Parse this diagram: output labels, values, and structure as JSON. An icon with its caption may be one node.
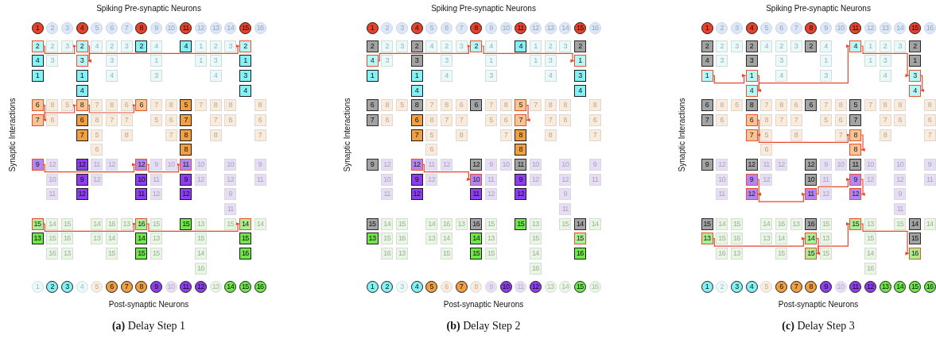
{
  "diagram": {
    "nodes": [
      {
        "text": [
          "1"
        ]
      },
      {
        "text": [
          "2"
        ]
      },
      {
        "text": [
          "3"
        ]
      },
      {
        "text": [
          "4"
        ]
      },
      {
        "text": [
          "5"
        ]
      },
      {
        "text": [
          "6"
        ]
      },
      {
        "text": [
          "7"
        ]
      },
      {
        "text": [
          "8"
        ]
      },
      {
        "text": [
          "9"
        ]
      },
      {
        "text": [
          "10"
        ]
      },
      {
        "text": [
          "11"
        ]
      },
      {
        "text": [
          "12"
        ]
      },
      {
        "text": [
          "13"
        ]
      },
      {
        "text": [
          "14"
        ]
      },
      {
        "text": [
          "15"
        ]
      },
      {
        "text": [
          "16"
        ]
      },
      {
        "text": [
          "2"
        ]
      },
      {
        "text": [
          "2"
        ]
      },
      {
        "text": [
          "3"
        ]
      },
      {
        "text": [
          "2"
        ]
      },
      {
        "text": [
          "4"
        ]
      },
      {
        "text": [
          "2"
        ]
      },
      {
        "text": [
          "3"
        ]
      },
      {
        "text": [
          "2"
        ]
      },
      {
        "text": [
          "4"
        ]
      },
      {
        "text": [
          "4"
        ]
      },
      {
        "text": [
          "1"
        ]
      },
      {
        "text": [
          "2"
        ]
      },
      {
        "text": [
          "3"
        ]
      },
      {
        "text": [
          "2"
        ]
      },
      {
        "text": [
          "4"
        ]
      },
      {
        "text": [
          "3"
        ]
      },
      {
        "text": [
          "3"
        ]
      },
      {
        "text": [
          "3"
        ]
      },
      {
        "text": [
          "1"
        ]
      },
      {
        "text": [
          "1"
        ]
      },
      {
        "text": [
          "3"
        ]
      },
      {
        "text": [
          "1"
        ]
      },
      {
        "text": [
          "1"
        ]
      },
      {
        "text": [
          "1"
        ]
      },
      {
        "text": [
          "4"
        ]
      },
      {
        "text": [
          "3"
        ]
      },
      {
        "text": [
          "4"
        ]
      },
      {
        "text": [
          "3"
        ]
      },
      {
        "text": [
          "4"
        ]
      },
      {
        "text": [
          "4"
        ]
      },
      {
        "text": [
          "6"
        ]
      },
      {
        "text": [
          "8"
        ]
      },
      {
        "text": [
          "5"
        ]
      },
      {
        "text": [
          "8"
        ]
      },
      {
        "text": [
          "7"
        ]
      },
      {
        "text": [
          "8"
        ]
      },
      {
        "text": [
          "6"
        ]
      },
      {
        "text": [
          "6"
        ]
      },
      {
        "text": [
          "7"
        ]
      },
      {
        "text": [
          "8"
        ]
      },
      {
        "text": [
          "5"
        ]
      },
      {
        "text": [
          "7"
        ]
      },
      {
        "text": [
          "8"
        ]
      },
      {
        "text": [
          "8"
        ]
      },
      {
        "text": [
          "8"
        ]
      },
      {
        "text": [
          "7"
        ]
      },
      {
        "text": [
          "6"
        ]
      },
      {
        "text": [
          "6"
        ]
      },
      {
        "text": [
          "8"
        ]
      },
      {
        "text": [
          "7"
        ]
      },
      {
        "text": [
          "7"
        ]
      },
      {
        "text": [
          "5"
        ]
      },
      {
        "text": [
          "6"
        ]
      },
      {
        "text": [
          "7"
        ]
      },
      {
        "text": [
          "7"
        ]
      },
      {
        "text": [
          "6"
        ]
      },
      {
        "text": [
          "6"
        ]
      },
      {
        "text": [
          "7"
        ]
      },
      {
        "text": [
          "5"
        ]
      },
      {
        "text": [
          "8"
        ]
      },
      {
        "text": [
          "7"
        ]
      },
      {
        "text": [
          "8"
        ]
      },
      {
        "text": [
          "8"
        ]
      },
      {
        "text": [
          "7"
        ]
      },
      {
        "text": [
          "6"
        ]
      },
      {
        "text": [
          "8"
        ]
      },
      {
        "text": [
          "9"
        ]
      },
      {
        "text": [
          "12"
        ]
      },
      {
        "text": [
          "12"
        ]
      },
      {
        "text": [
          "11"
        ]
      },
      {
        "text": [
          "12"
        ]
      },
      {
        "text": [
          "12"
        ]
      },
      {
        "text": [
          "9"
        ]
      },
      {
        "text": [
          "10"
        ]
      },
      {
        "text": [
          "11"
        ]
      },
      {
        "text": [
          "10"
        ]
      },
      {
        "text": [
          "10"
        ]
      },
      {
        "text": [
          "9"
        ]
      },
      {
        "text": [
          "10"
        ]
      },
      {
        "text": [
          "9"
        ]
      },
      {
        "text": [
          "12"
        ]
      },
      {
        "text": [
          "10"
        ]
      },
      {
        "text": [
          "11"
        ]
      },
      {
        "text": [
          "9"
        ]
      },
      {
        "text": [
          "12"
        ]
      },
      {
        "text": [
          "12"
        ]
      },
      {
        "text": [
          "11"
        ]
      },
      {
        "text": [
          "11"
        ]
      },
      {
        "text": [
          "12"
        ]
      },
      {
        "text": [
          "11"
        ]
      },
      {
        "text": [
          "12"
        ]
      },
      {
        "text": [
          "12"
        ]
      },
      {
        "text": [
          "9"
        ]
      },
      {
        "text": [
          "11"
        ]
      },
      {
        "text": [
          "15"
        ]
      },
      {
        "text": [
          "14"
        ]
      },
      {
        "text": [
          "15"
        ]
      },
      {
        "text": [
          "14"
        ]
      },
      {
        "text": [
          "16"
        ]
      },
      {
        "text": [
          "13"
        ]
      },
      {
        "text": [
          "16"
        ]
      },
      {
        "text": [
          "15"
        ]
      },
      {
        "text": [
          "15"
        ]
      },
      {
        "text": [
          "13"
        ]
      },
      {
        "text": [
          "15"
        ]
      },
      {
        "text": [
          "14"
        ]
      },
      {
        "text": [
          "14"
        ]
      },
      {
        "text": [
          "13"
        ]
      },
      {
        "text": [
          "15"
        ]
      },
      {
        "text": [
          "16"
        ]
      },
      {
        "text": [
          "13"
        ]
      },
      {
        "text": [
          "14"
        ]
      },
      {
        "text": [
          "14"
        ]
      },
      {
        "text": [
          "13"
        ]
      },
      {
        "text": [
          "15"
        ]
      },
      {
        "text": [
          "15"
        ]
      },
      {
        "text": [
          "16"
        ]
      },
      {
        "text": [
          "13"
        ]
      },
      {
        "text": [
          "15"
        ]
      },
      {
        "text": [
          "15"
        ]
      },
      {
        "text": [
          "15"
        ]
      },
      {
        "text": [
          "14"
        ]
      },
      {
        "text": [
          "16"
        ]
      },
      {
        "text": [
          "16"
        ]
      },
      {
        "text": [
          "1"
        ]
      },
      {
        "text": [
          "2"
        ]
      },
      {
        "text": [
          "3"
        ]
      },
      {
        "text": [
          "4"
        ]
      },
      {
        "text": [
          "5"
        ]
      },
      {
        "text": [
          "6"
        ]
      },
      {
        "text": [
          "7"
        ]
      },
      {
        "text": [
          "8"
        ]
      },
      {
        "text": [
          "9"
        ]
      },
      {
        "text": [
          "10"
        ]
      },
      {
        "text": [
          "11"
        ]
      },
      {
        "text": [
          "12"
        ]
      },
      {
        "text": [
          "13"
        ]
      },
      {
        "text": [
          "14"
        ]
      },
      {
        "text": [
          "15"
        ]
      },
      {
        "text": [
          "16"
        ]
      },
      {
        "text": [
          "1"
        ]
      },
      {
        "text": [
          "2"
        ]
      },
      {
        "text": [
          "3"
        ]
      },
      {
        "text": [
          "4"
        ]
      },
      {
        "text": [
          "5"
        ]
      },
      {
        "text": [
          "6"
        ]
      },
      {
        "text": [
          "7"
        ]
      },
      {
        "text": [
          "8"
        ]
      },
      {
        "text": [
          "9"
        ]
      },
      {
        "text": [
          "10"
        ]
      },
      {
        "text": [
          "11"
        ]
      },
      {
        "text": [
          "12"
        ]
      },
      {
        "text": [
          "13"
        ]
      },
      {
        "text": [
          "14"
        ]
      },
      {
        "text": [
          "15"
        ]
      },
      {
        "text": [
          "16"
        ]
      },
      {
        "text": [
          "2"
        ]
      },
      {
        "text": [
          "2"
        ]
      },
      {
        "text": [
          "3"
        ]
      },
      {
        "text": [
          "2"
        ]
      },
      {
        "text": [
          "4"
        ]
      },
      {
        "text": [
          "2"
        ]
      },
      {
        "text": [
          "3"
        ]
      },
      {
        "text": [
          "2"
        ]
      },
      {
        "text": [
          "4"
        ]
      },
      {
        "text": [
          "4"
        ]
      },
      {
        "text": [
          "1"
        ]
      },
      {
        "text": [
          "2"
        ]
      },
      {
        "text": [
          "3"
        ]
      },
      {
        "text": [
          "2"
        ]
      },
      {
        "text": [
          "4"
        ]
      },
      {
        "text": [
          "3"
        ]
      },
      {
        "text": [
          "3"
        ]
      },
      {
        "text": [
          "3"
        ]
      },
      {
        "text": [
          "1"
        ]
      },
      {
        "text": [
          "1"
        ]
      },
      {
        "text": [
          "3"
        ]
      },
      {
        "text": [
          "1"
        ]
      },
      {
        "text": [
          "1"
        ]
      },
      {
        "text": [
          "1"
        ]
      },
      {
        "text": [
          "4"
        ]
      },
      {
        "text": [
          "3"
        ]
      },
      {
        "text": [
          "4"
        ]
      },
      {
        "text": [
          "3"
        ]
      },
      {
        "text": [
          "4"
        ]
      },
      {
        "text": [
          "4"
        ]
      },
      {
        "text": [
          "6"
        ]
      },
      {
        "text": [
          "8"
        ]
      },
      {
        "text": [
          "5"
        ]
      },
      {
        "text": [
          "8"
        ]
      },
      {
        "text": [
          "7"
        ]
      },
      {
        "text": [
          "8"
        ]
      },
      {
        "text": [
          "6"
        ]
      },
      {
        "text": [
          "6"
        ]
      },
      {
        "text": [
          "7"
        ]
      },
      {
        "text": [
          "8"
        ]
      },
      {
        "text": [
          "5"
        ]
      },
      {
        "text": [
          "7"
        ]
      },
      {
        "text": [
          "8"
        ]
      },
      {
        "text": [
          "8"
        ]
      },
      {
        "text": [
          "8"
        ]
      },
      {
        "text": [
          "7"
        ]
      },
      {
        "text": [
          "6"
        ]
      },
      {
        "text": [
          "6"
        ]
      },
      {
        "text": [
          "8"
        ]
      },
      {
        "text": [
          "7"
        ]
      },
      {
        "text": [
          "7"
        ]
      },
      {
        "text": [
          "5"
        ]
      },
      {
        "text": [
          "6"
        ]
      },
      {
        "text": [
          "7"
        ]
      },
      {
        "text": [
          "7"
        ]
      },
      {
        "text": [
          "6"
        ]
      },
      {
        "text": [
          "6"
        ]
      },
      {
        "text": [
          "7"
        ]
      },
      {
        "text": [
          "5"
        ]
      },
      {
        "text": [
          "8"
        ]
      },
      {
        "text": [
          "7"
        ]
      },
      {
        "text": [
          "8"
        ]
      },
      {
        "text": [
          "8"
        ]
      },
      {
        "text": [
          "7"
        ]
      },
      {
        "text": [
          "6"
        ]
      },
      {
        "text": [
          "8"
        ]
      },
      {
        "text": [
          "9"
        ]
      },
      {
        "text": [
          "12"
        ]
      },
      {
        "text": [
          "12"
        ]
      },
      {
        "text": [
          "11"
        ]
      },
      {
        "text": [
          "12"
        ]
      },
      {
        "text": [
          "12"
        ]
      },
      {
        "text": [
          "9"
        ]
      },
      {
        "text": [
          "10"
        ]
      },
      {
        "text": [
          "11"
        ]
      },
      {
        "text": [
          "10"
        ]
      },
      {
        "text": [
          "10"
        ]
      },
      {
        "text": [
          "9"
        ]
      },
      {
        "text": [
          "10"
        ]
      },
      {
        "text": [
          "9"
        ]
      },
      {
        "text": [
          "12"
        ]
      },
      {
        "text": [
          "10"
        ]
      },
      {
        "text": [
          "11"
        ]
      },
      {
        "text": [
          "9"
        ]
      },
      {
        "text": [
          "12"
        ]
      },
      {
        "text": [
          "12"
        ]
      },
      {
        "text": [
          "11"
        ]
      },
      {
        "text": [
          "11"
        ]
      },
      {
        "text": [
          "12"
        ]
      },
      {
        "text": [
          "11"
        ]
      },
      {
        "text": [
          "12"
        ]
      },
      {
        "text": [
          "12"
        ]
      },
      {
        "text": [
          "9"
        ]
      },
      {
        "text": [
          "11"
        ]
      },
      {
        "text": [
          "15"
        ]
      },
      {
        "text": [
          "14"
        ]
      },
      {
        "text": [
          "15"
        ]
      },
      {
        "text": [
          "14"
        ]
      },
      {
        "text": [
          "16"
        ]
      },
      {
        "text": [
          "13"
        ]
      },
      {
        "text": [
          "16"
        ]
      },
      {
        "text": [
          "15"
        ]
      },
      {
        "text": [
          "15"
        ]
      },
      {
        "text": [
          "13"
        ]
      },
      {
        "text": [
          "15"
        ]
      },
      {
        "text": [
          "14"
        ]
      },
      {
        "text": [
          "14"
        ]
      },
      {
        "text": [
          "13"
        ]
      },
      {
        "text": [
          "15"
        ]
      },
      {
        "text": [
          "16"
        ]
      },
      {
        "text": [
          "13"
        ]
      },
      {
        "text": [
          "14"
        ]
      },
      {
        "text": [
          "14"
        ]
      },
      {
        "text": [
          "13"
        ]
      },
      {
        "text": [
          "15"
        ]
      },
      {
        "text": [
          "15"
        ]
      },
      {
        "text": [
          "16"
        ]
      },
      {
        "text": [
          "13"
        ]
      },
      {
        "text": [
          "15"
        ]
      },
      {
        "text": [
          "15"
        ]
      },
      {
        "text": [
          "15"
        ]
      },
      {
        "text": [
          "14"
        ]
      },
      {
        "text": [
          "16"
        ]
      },
      {
        "text": [
          "16"
        ]
      },
      {
        "text": [
          "1"
        ]
      },
      {
        "text": [
          "2"
        ]
      },
      {
        "text": [
          "3"
        ]
      },
      {
        "text": [
          "4"
        ]
      },
      {
        "text": [
          "5"
        ]
      },
      {
        "text": [
          "6"
        ]
      },
      {
        "text": [
          "7"
        ]
      },
      {
        "text": [
          "8"
        ]
      },
      {
        "text": [
          "9"
        ]
      },
      {
        "text": [
          "10"
        ]
      },
      {
        "text": [
          "11"
        ]
      },
      {
        "text": [
          "12"
        ]
      },
      {
        "text": [
          "13"
        ]
      },
      {
        "text": [
          "14"
        ]
      },
      {
        "text": [
          "15"
        ]
      },
      {
        "text": [
          "16"
        ]
      },
      {
        "text": [
          "1"
        ]
      },
      {
        "text": [
          "2"
        ]
      },
      {
        "text": [
          "3"
        ]
      },
      {
        "text": [
          "4"
        ]
      },
      {
        "text": [
          "5"
        ]
      },
      {
        "text": [
          "6"
        ]
      },
      {
        "text": [
          "7"
        ]
      },
      {
        "text": [
          "8"
        ]
      },
      {
        "text": [
          "9"
        ]
      },
      {
        "text": [
          "10"
        ]
      },
      {
        "text": [
          "11"
        ]
      },
      {
        "text": [
          "12"
        ]
      },
      {
        "text": [
          "13"
        ]
      },
      {
        "text": [
          "14"
        ]
      },
      {
        "text": [
          "15"
        ]
      },
      {
        "text": [
          "16"
        ]
      },
      {
        "text": [
          "2"
        ]
      },
      {
        "text": [
          "2"
        ]
      },
      {
        "text": [
          "3"
        ]
      },
      {
        "text": [
          "2"
        ]
      },
      {
        "text": [
          "4"
        ]
      },
      {
        "text": [
          "2"
        ]
      },
      {
        "text": [
          "3"
        ]
      },
      {
        "text": [
          "2"
        ]
      },
      {
        "text": [
          "4"
        ]
      },
      {
        "text": [
          "4"
        ]
      },
      {
        "text": [
          "1"
        ]
      },
      {
        "text": [
          "2"
        ]
      },
      {
        "text": [
          "3"
        ]
      },
      {
        "text": [
          "2"
        ]
      },
      {
        "text": [
          "4"
        ]
      },
      {
        "text": [
          "3"
        ]
      },
      {
        "text": [
          "3"
        ]
      },
      {
        "text": [
          "3"
        ]
      },
      {
        "text": [
          "1"
        ]
      },
      {
        "text": [
          "1"
        ]
      },
      {
        "text": [
          "3"
        ]
      },
      {
        "text": [
          "1"
        ]
      },
      {
        "text": [
          "1"
        ]
      },
      {
        "text": [
          "1"
        ]
      },
      {
        "text": [
          "4"
        ]
      },
      {
        "text": [
          "3"
        ]
      },
      {
        "text": [
          "4"
        ]
      },
      {
        "text": [
          "3"
        ]
      },
      {
        "text": [
          "4"
        ]
      },
      {
        "text": [
          "4"
        ]
      },
      {
        "text": [
          "6"
        ]
      },
      {
        "text": [
          "8"
        ]
      },
      {
        "text": [
          "5"
        ]
      },
      {
        "text": [
          "8"
        ]
      },
      {
        "text": [
          "7"
        ]
      },
      {
        "text": [
          "8"
        ]
      },
      {
        "text": [
          "6"
        ]
      },
      {
        "text": [
          "6"
        ]
      },
      {
        "text": [
          "7"
        ]
      },
      {
        "text": [
          "8"
        ]
      },
      {
        "text": [
          "5"
        ]
      },
      {
        "text": [
          "7"
        ]
      },
      {
        "text": [
          "8"
        ]
      },
      {
        "text": [
          "8"
        ]
      },
      {
        "text": [
          "8"
        ]
      },
      {
        "text": [
          "7"
        ]
      },
      {
        "text": [
          "6"
        ]
      },
      {
        "text": [
          "6"
        ]
      },
      {
        "text": [
          "8"
        ]
      },
      {
        "text": [
          "7"
        ]
      },
      {
        "text": [
          "7"
        ]
      },
      {
        "text": [
          "5"
        ]
      },
      {
        "text": [
          "6"
        ]
      },
      {
        "text": [
          "7"
        ]
      },
      {
        "text": [
          "7"
        ]
      },
      {
        "text": [
          "6"
        ]
      },
      {
        "text": [
          "6"
        ]
      },
      {
        "text": [
          "7"
        ]
      },
      {
        "text": [
          "5"
        ]
      },
      {
        "text": [
          "8"
        ]
      },
      {
        "text": [
          "7"
        ]
      },
      {
        "text": [
          "8"
        ]
      },
      {
        "text": [
          "8"
        ]
      },
      {
        "text": [
          "7"
        ]
      },
      {
        "text": [
          "6"
        ]
      },
      {
        "text": [
          "8"
        ]
      },
      {
        "text": [
          "9"
        ]
      },
      {
        "text": [
          "12"
        ]
      },
      {
        "text": [
          "12"
        ]
      },
      {
        "text": [
          "11"
        ]
      },
      {
        "text": [
          "12"
        ]
      },
      {
        "text": [
          "12"
        ]
      },
      {
        "text": [
          "9"
        ]
      },
      {
        "text": [
          "10"
        ]
      },
      {
        "text": [
          "11"
        ]
      },
      {
        "text": [
          "10"
        ]
      },
      {
        "text": [
          "10"
        ]
      },
      {
        "text": [
          "9"
        ]
      },
      {
        "text": [
          "10"
        ]
      },
      {
        "text": [
          "9"
        ]
      },
      {
        "text": [
          "12"
        ]
      },
      {
        "text": [
          "10"
        ]
      },
      {
        "text": [
          "11"
        ]
      },
      {
        "text": [
          "9"
        ]
      },
      {
        "text": [
          "12"
        ]
      },
      {
        "text": [
          "12"
        ]
      },
      {
        "text": [
          "11"
        ]
      },
      {
        "text": [
          "11"
        ]
      },
      {
        "text": [
          "12"
        ]
      },
      {
        "text": [
          "11"
        ]
      },
      {
        "text": [
          "12"
        ]
      },
      {
        "text": [
          "12"
        ]
      },
      {
        "text": [
          "9"
        ]
      },
      {
        "text": [
          "11"
        ]
      },
      {
        "text": [
          "15"
        ]
      },
      {
        "text": [
          "14"
        ]
      },
      {
        "text": [
          "15"
        ]
      },
      {
        "text": [
          "14"
        ]
      },
      {
        "text": [
          "16"
        ]
      },
      {
        "text": [
          "13"
        ]
      },
      {
        "text": [
          "16"
        ]
      },
      {
        "text": [
          "15"
        ]
      },
      {
        "text": [
          "15"
        ]
      },
      {
        "text": [
          "13"
        ]
      },
      {
        "text": [
          "15"
        ]
      },
      {
        "text": [
          "14"
        ]
      },
      {
        "text": [
          "14"
        ]
      },
      {
        "text": [
          "13"
        ]
      },
      {
        "text": [
          "15"
        ]
      },
      {
        "text": [
          "16"
        ]
      },
      {
        "text": [
          "13"
        ]
      },
      {
        "text": [
          "14"
        ]
      },
      {
        "text": [
          "14"
        ]
      },
      {
        "text": [
          "13"
        ]
      },
      {
        "text": [
          "15"
        ]
      },
      {
        "text": [
          "15"
        ]
      },
      {
        "text": [
          "16"
        ]
      },
      {
        "text": [
          "13"
        ]
      },
      {
        "text": [
          "15"
        ]
      },
      {
        "text": [
          "15"
        ]
      },
      {
        "text": [
          "15"
        ]
      },
      {
        "text": [
          "14"
        ]
      },
      {
        "text": [
          "16"
        ]
      },
      {
        "text": [
          "16"
        ]
      },
      {
        "text": [
          "1"
        ]
      },
      {
        "text": [
          "2"
        ]
      },
      {
        "text": [
          "3"
        ]
      },
      {
        "text": [
          "4"
        ]
      },
      {
        "text": [
          "5"
        ]
      },
      {
        "text": [
          "6"
        ]
      },
      {
        "text": [
          "7"
        ]
      },
      {
        "text": [
          "8"
        ]
      },
      {
        "text": [
          "9"
        ]
      },
      {
        "text": [
          "10"
        ]
      },
      {
        "text": [
          "11"
        ]
      },
      {
        "text": [
          "12"
        ]
      },
      {
        "text": [
          "13"
        ]
      },
      {
        "text": [
          "14"
        ]
      },
      {
        "text": [
          "15"
        ]
      },
      {
        "text": [
          "16"
        ]
      }
    ],
    "edges": [
      {
        "from": 16,
        "to": 19,
        "arrow": "to"
      },
      {
        "from": 19,
        "to": 32,
        "arrow": "to"
      },
      {
        "from": 32,
        "to": 29,
        "arrow": "to"
      },
      {
        "from": 46,
        "to": 61,
        "arrow": "to"
      },
      {
        "from": 61,
        "to": 49,
        "arrow": "to"
      },
      {
        "from": 49,
        "to": 53,
        "arrow": "to"
      },
      {
        "from": 82,
        "to": 87,
        "arrow": "to"
      },
      {
        "from": 87,
        "to": 90,
        "arrow": "to"
      },
      {
        "from": 110,
        "to": 116,
        "arrow": "to"
      },
      {
        "from": 116,
        "to": 121,
        "arrow": "to"
      },
      {
        "from": 186,
        "to": 179,
        "arrow": "to"
      },
      {
        "from": 179,
        "to": 193,
        "arrow": "to"
      },
      {
        "from": 212,
        "to": 225,
        "arrow": "to"
      },
      {
        "from": 240,
        "to": 253,
        "arrow": "to"
      },
      {
        "from": 350,
        "to": 351,
        "arrow": "to"
      },
      {
        "from": 351,
        "to": 356,
        "arrow": "to"
      },
      {
        "from": 356,
        "to": 337,
        "arrow": "to"
      },
      {
        "from": 337,
        "to": 355,
        "arrow": "to"
      },
      {
        "from": 355,
        "to": 357,
        "arrow": "to"
      },
      {
        "from": 375,
        "to": 385,
        "arrow": "to"
      },
      {
        "from": 385,
        "to": 389,
        "arrow": "to"
      },
      {
        "from": 389,
        "to": 393,
        "arrow": "to"
      },
      {
        "from": 407,
        "to": 416,
        "arrow": "to"
      },
      {
        "from": 416,
        "to": 417,
        "arrow": "to"
      },
      {
        "from": 417,
        "to": 411,
        "arrow": "to"
      },
      {
        "from": 411,
        "to": 419,
        "arrow": "to"
      },
      {
        "from": 435,
        "to": 440,
        "arrow": "to"
      },
      {
        "from": 440,
        "to": 447,
        "arrow": "to"
      },
      {
        "from": 447,
        "to": 430,
        "arrow": "to"
      },
      {
        "from": 430,
        "to": 450,
        "arrow": "to"
      }
    ],
    "labels": [
      "Spiking Pre-synaptic Neurons",
      "Synaptic Interactions",
      "Post-synaptic Neurons",
      "**(a)** Delay Step 1",
      "Spiking Pre-synaptic Neurons",
      "Synaptic Interactions",
      "Post-synaptic Neurons",
      "**(b)** Delay Step 2",
      "Spiking Pre-synaptic Neurons",
      "Synaptic Interactions",
      "Post-synaptic Neurons",
      "**(c)** Delay Step 3"
    ]
  }
}
